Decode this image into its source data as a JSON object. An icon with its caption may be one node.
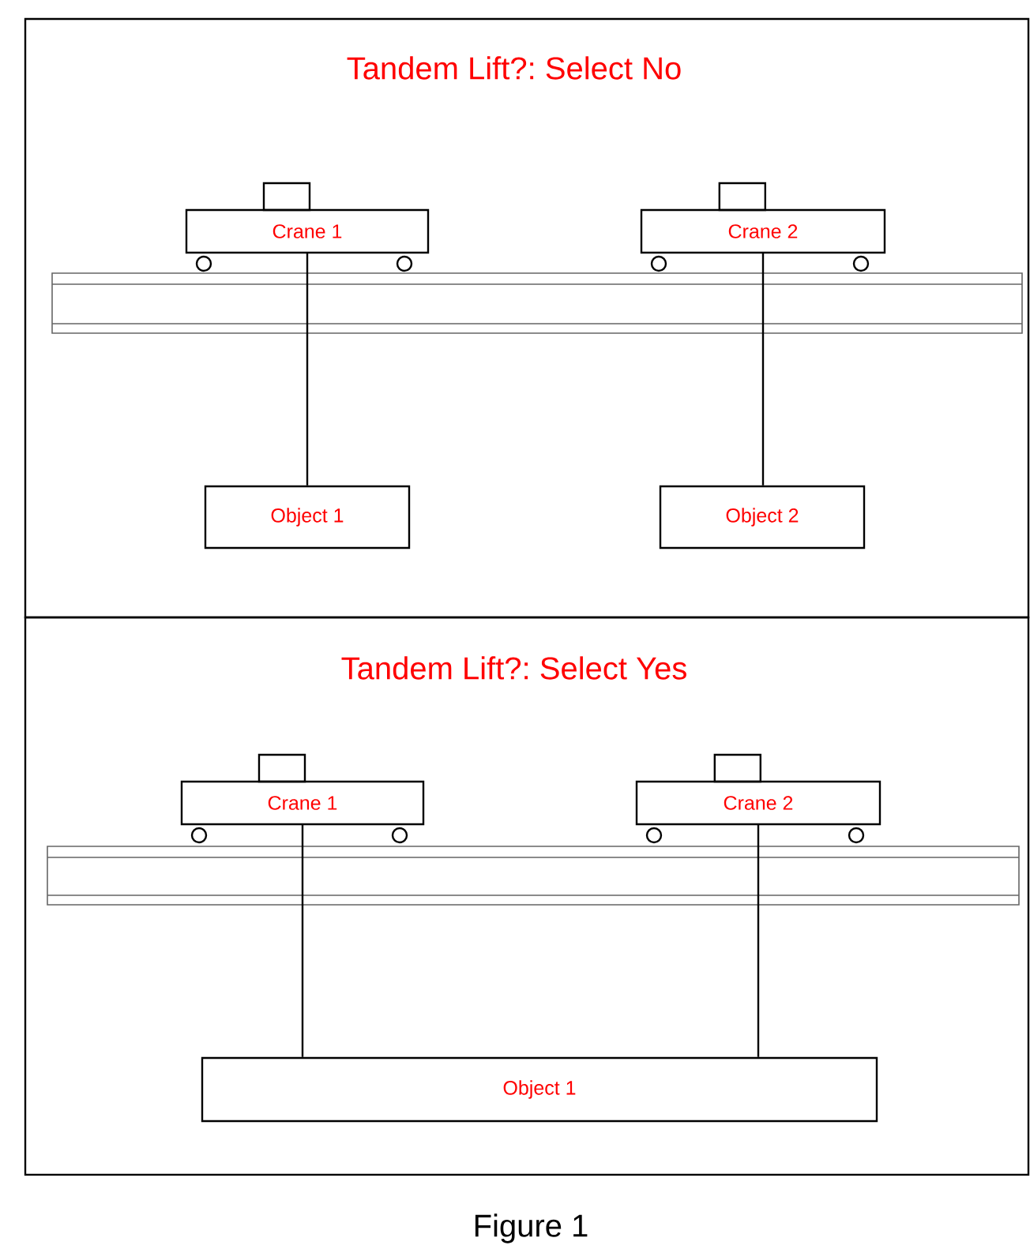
{
  "diagram": {
    "caption": "Figure 1",
    "nodes": [
      {
        "text": [
          "Tandem Lift?: Select No"
        ]
      },
      {
        "text": [
          "Crane 1"
        ],
        "in": 0
      },
      {
        "text": [
          "Crane 2"
        ],
        "in": 0
      },
      {
        "text": [
          "Object 1"
        ],
        "in": 0
      },
      {
        "text": [
          "Object 2"
        ],
        "in": 0
      },
      {
        "text": [
          "Tandem Lift?: Select Yes"
        ]
      },
      {
        "text": [
          "Crane 1"
        ],
        "in": 5
      },
      {
        "text": [
          "Crane 2"
        ],
        "in": 5
      },
      {
        "text": [
          "Object 1"
        ],
        "in": 5
      }
    ],
    "edges": [
      {
        "from": 1,
        "to": 3,
        "arrow": "none"
      },
      {
        "from": 2,
        "to": 4,
        "arrow": "none"
      },
      {
        "from": 6,
        "to": 8,
        "arrow": "none"
      },
      {
        "from": 7,
        "to": 8,
        "arrow": "none"
      }
    ]
  }
}
